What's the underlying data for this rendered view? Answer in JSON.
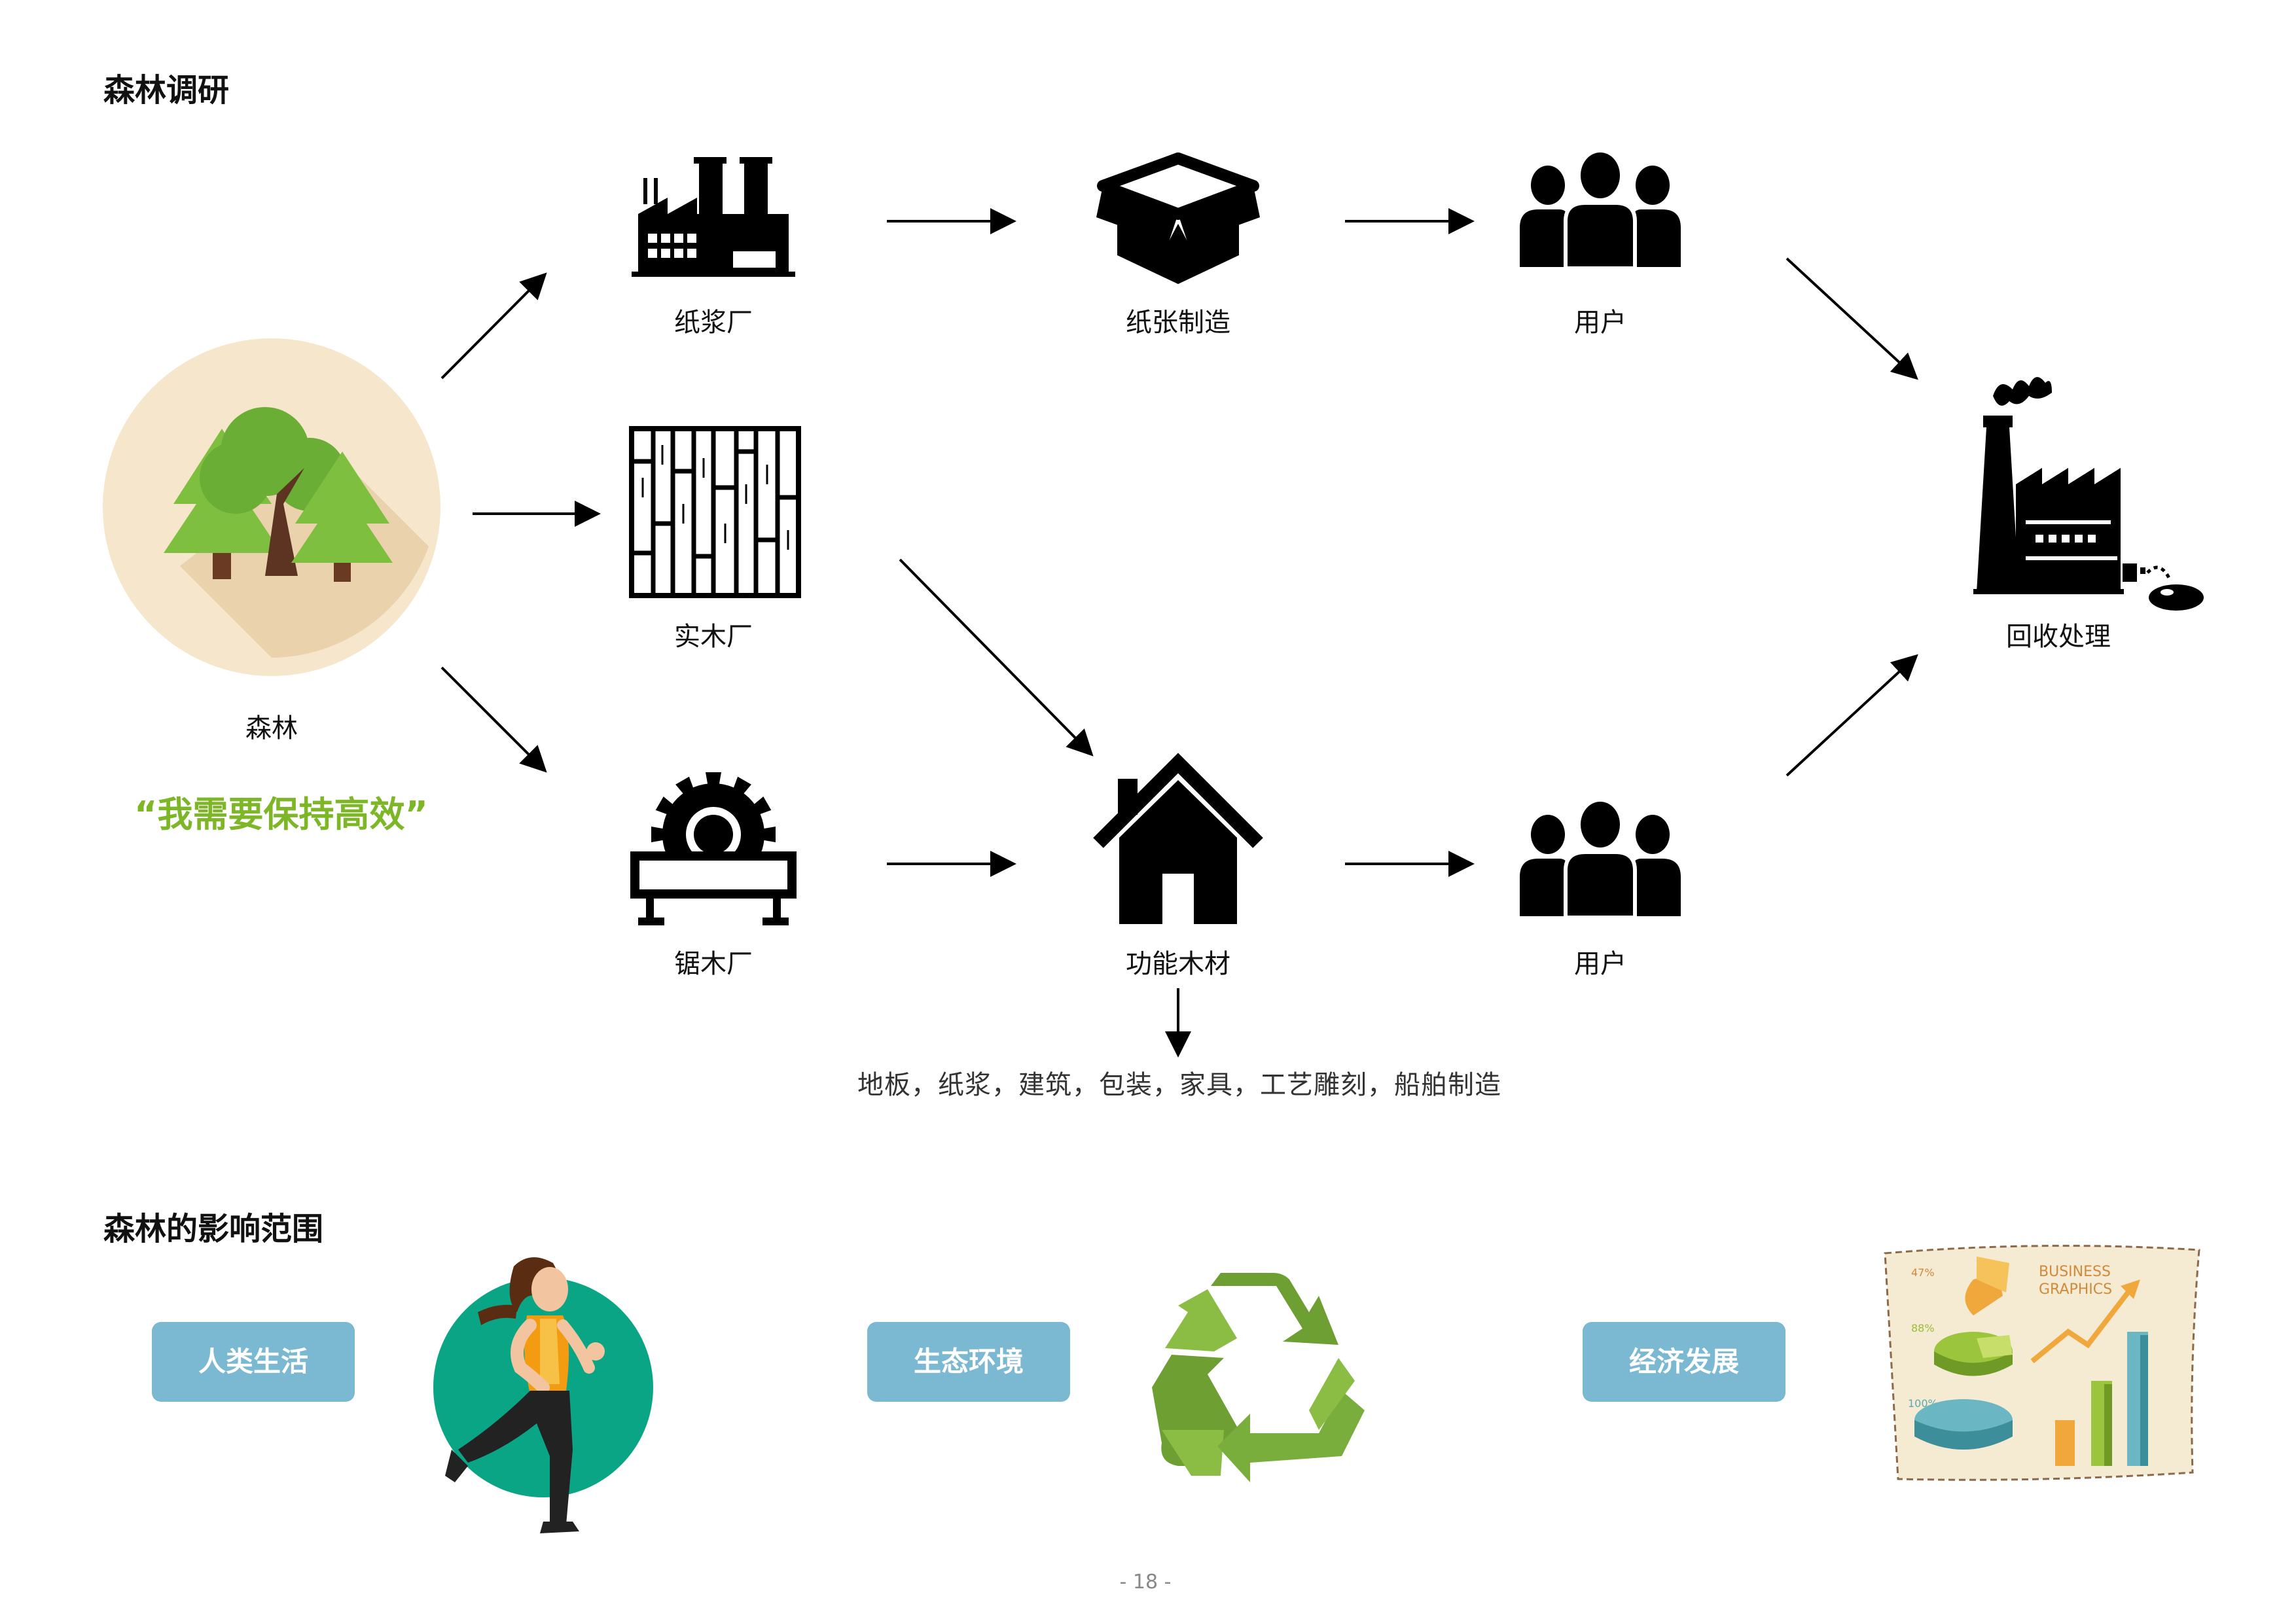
{
  "sections": {
    "research_title": "森林调研",
    "impact_title": "森林的影响范围"
  },
  "nodes": {
    "forest": "森林",
    "pulp_mill": "纸浆厂",
    "paper_making": "纸张制造",
    "user_top": "用户",
    "recycling": "回收处理",
    "solid_wood_mill": "实木厂",
    "sawmill": "锯木厂",
    "functional_wood": "功能木材",
    "user_bottom": "用户"
  },
  "quote": "“我需要保持高效”",
  "uses_text": "地板，纸浆，建筑，包装，家具，工艺雕刻，船舶制造",
  "impact": {
    "human_life": "人类生活",
    "ecology": "生态环境",
    "economy": "经济发展"
  },
  "business_graphic": {
    "title_line1": "BUSINESS",
    "title_line2": "GRAPHICS",
    "p1": "47%",
    "p2": "88%",
    "p3": "100%"
  },
  "page_number": "- 18 -",
  "colors": {
    "accent_green": "#7db728",
    "pill_blue": "#7bb8d2",
    "forest_bg": "#f5e6cc",
    "runner_bg": "#0aa584",
    "recycle_green": "#7aae3c"
  }
}
